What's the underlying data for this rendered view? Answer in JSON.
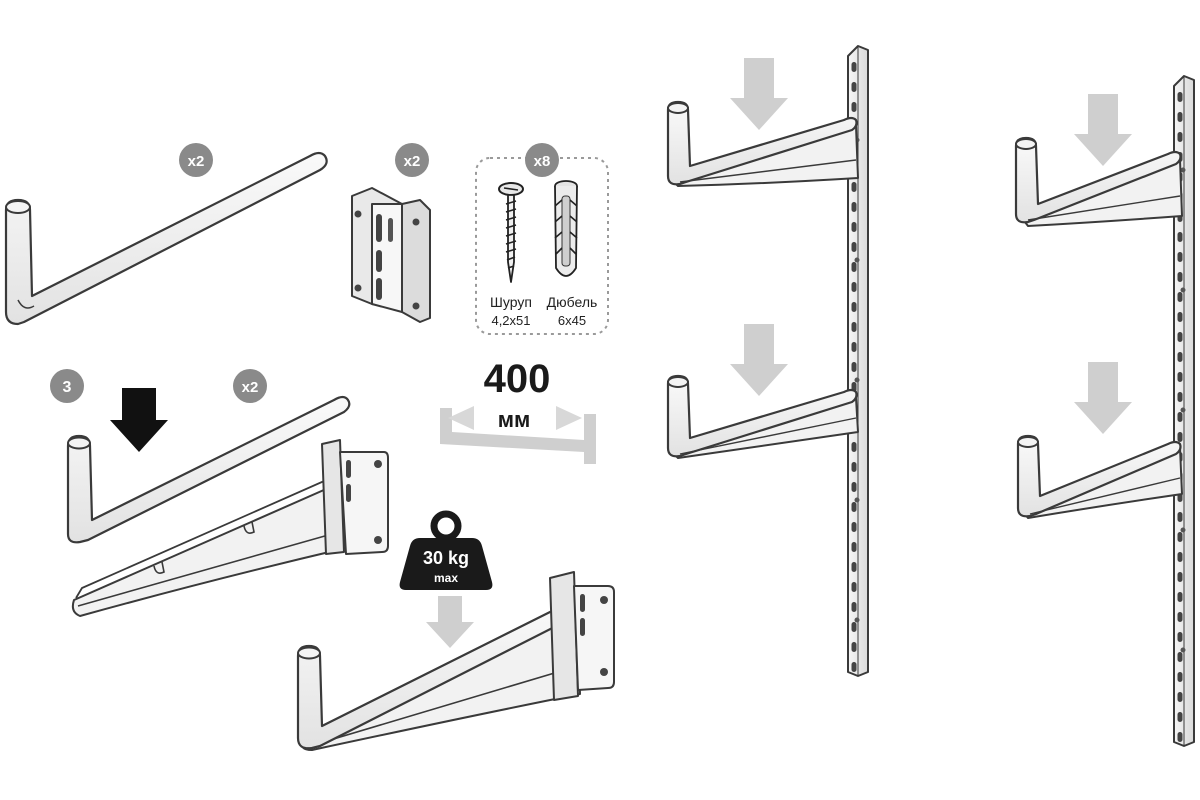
{
  "badges": {
    "rod_top": "x2",
    "plate": "x2",
    "hardware": "x8",
    "rod_mid": "x2",
    "step": "3"
  },
  "hardware": {
    "screw_name": "Шуруп",
    "screw_size": "4,2x51",
    "dowel_name": "Дюбель",
    "dowel_size": "6x45"
  },
  "dimension": {
    "value": "400",
    "unit": "мм"
  },
  "weight": {
    "value": "30 kg",
    "suffix": "max"
  },
  "colors": {
    "metal_fill": "#f1f1f1",
    "outline": "#3a3a3a",
    "badge": "#8a8a8a",
    "arrow_light": "#c8c8c8",
    "arrow_dark": "#111111",
    "weight": "#1a1a1a"
  },
  "icons": [
    "shelf-bracket",
    "wall-rail",
    "screw",
    "dowel",
    "weight",
    "down-arrow"
  ]
}
